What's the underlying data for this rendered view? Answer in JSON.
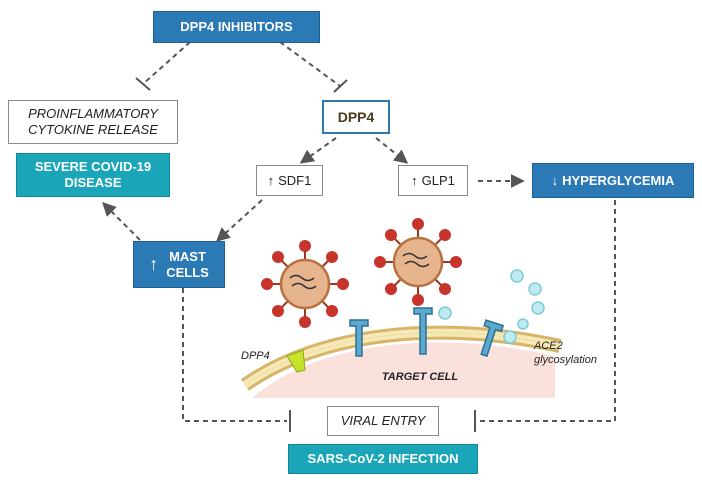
{
  "nodes": {
    "dpp4_inhibitors": "DPP4 INHIBITORS",
    "proinflammatory_line1": "PROINFLAMMATORY",
    "proinflammatory_line2": "CYTOKINE RELEASE",
    "dpp4": "DPP4",
    "severe_line1": "SEVERE COVID-19",
    "severe_line2": "DISEASE",
    "sdf1": "SDF1",
    "glp1": "GLP1",
    "hyperglycemia": "HYPERGLYCEMIA",
    "mast_line1": "MAST",
    "mast_line2": "CELLS",
    "viral_entry": "VIRAL ENTRY",
    "sars_infection": "SARS-CoV-2 INFECTION"
  },
  "illustration": {
    "target_cell": "TARGET CELL",
    "dpp4_label": "DPP4",
    "ace2_line1": "ACE2",
    "ace2_line2": "glycosylation"
  },
  "symbols": {
    "up": "↑",
    "down": "↓"
  },
  "colors": {
    "blue": "#2b79b5",
    "teal": "#1aa6b8",
    "virus": "#c7342b",
    "receptor": "#5aa9d0",
    "dpp4_marker": "#c7e22a"
  }
}
